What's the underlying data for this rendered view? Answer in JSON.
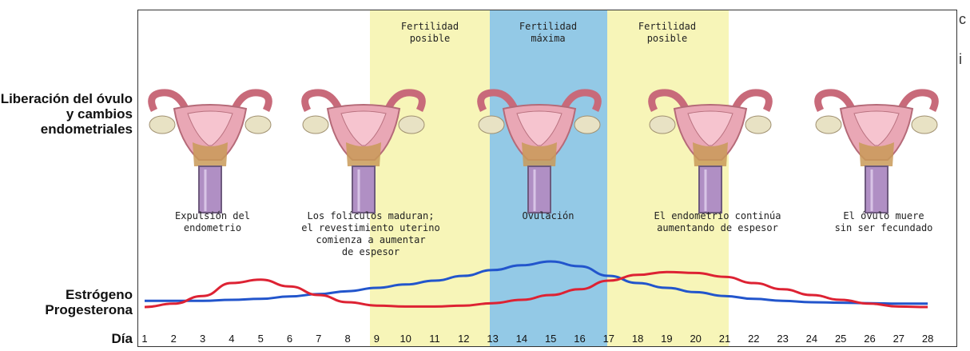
{
  "row_labels": {
    "release": "Liberación del óvulo y cambios endometriales",
    "estrogen": "Estrógeno",
    "progesterone": "Progesterona",
    "day": "Día"
  },
  "bands": {
    "fertility_1": "Fertilidad\nposible",
    "fertility_max": "Fertilidad\nmáxima",
    "fertility_2": "Fertilidad\nposible"
  },
  "stages": [
    "Expulsión del\nendometrio",
    "Los folículos maduran;\nel revestimiento uterino\ncomienza a aumentar\nde espesor",
    "Ovulación",
    "El endometrio continúa\naumentando de espesor",
    "El óvulo muere\nsin ser fecundado"
  ],
  "days": [
    "1",
    "2",
    "3",
    "4",
    "5",
    "6",
    "7",
    "8",
    "9",
    "10",
    "11",
    "12",
    "13",
    "14",
    "15",
    "16",
    "17",
    "18",
    "19",
    "20",
    "21",
    "22",
    "23",
    "24",
    "25",
    "26",
    "27",
    "28"
  ],
  "hormones": {
    "estrogen": {
      "color": "#2255cc",
      "level_by_day": [
        0.18,
        0.18,
        0.18,
        0.2,
        0.22,
        0.27,
        0.32,
        0.38,
        0.45,
        0.52,
        0.6,
        0.7,
        0.82,
        0.92,
        1.0,
        0.9,
        0.7,
        0.55,
        0.45,
        0.36,
        0.28,
        0.22,
        0.18,
        0.15,
        0.14,
        0.13,
        0.12,
        0.12
      ]
    },
    "progesterone": {
      "color": "#dd2233",
      "level_by_day": [
        0.05,
        0.12,
        0.28,
        0.55,
        0.62,
        0.48,
        0.3,
        0.15,
        0.08,
        0.06,
        0.06,
        0.08,
        0.13,
        0.2,
        0.3,
        0.42,
        0.6,
        0.72,
        0.78,
        0.76,
        0.68,
        0.55,
        0.42,
        0.3,
        0.2,
        0.12,
        0.06,
        0.05
      ]
    }
  },
  "edge_fragments": [
    "c",
    "i"
  ]
}
